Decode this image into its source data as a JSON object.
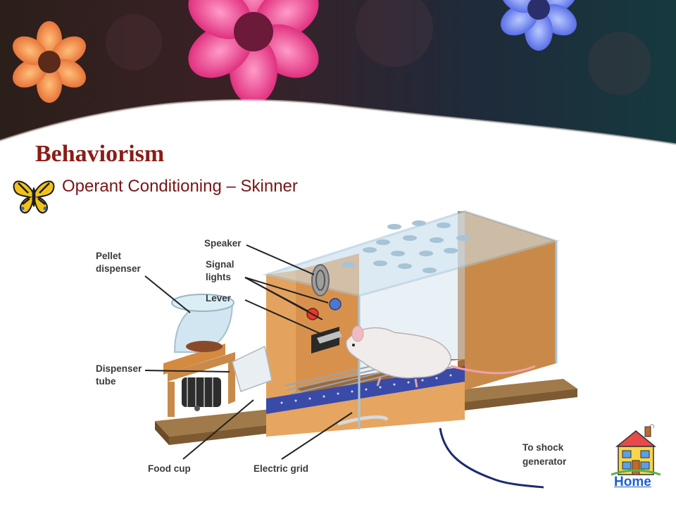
{
  "slide": {
    "title": "Behaviorism",
    "subtitle": "Operant Conditioning – Skinner"
  },
  "diagram": {
    "labels": {
      "speaker": "Speaker",
      "signal_lights_1": "Signal",
      "signal_lights_2": "lights",
      "lever": "Lever",
      "pellet_dispenser_1": "Pellet",
      "pellet_dispenser_2": "dispenser",
      "dispenser_tube_1": "Dispenser",
      "dispenser_tube_2": "tube",
      "food_cup": "Food cup",
      "electric_grid": "Electric grid",
      "shock_generator_1": "To shock",
      "shock_generator_2": "generator"
    }
  },
  "nav": {
    "home_label": "Home"
  },
  "colors": {
    "title": "#8b1c16",
    "subtitle": "#7a1515",
    "link": "#1d5fd1"
  },
  "icons": [
    "butterfly-icon",
    "house-icon"
  ]
}
